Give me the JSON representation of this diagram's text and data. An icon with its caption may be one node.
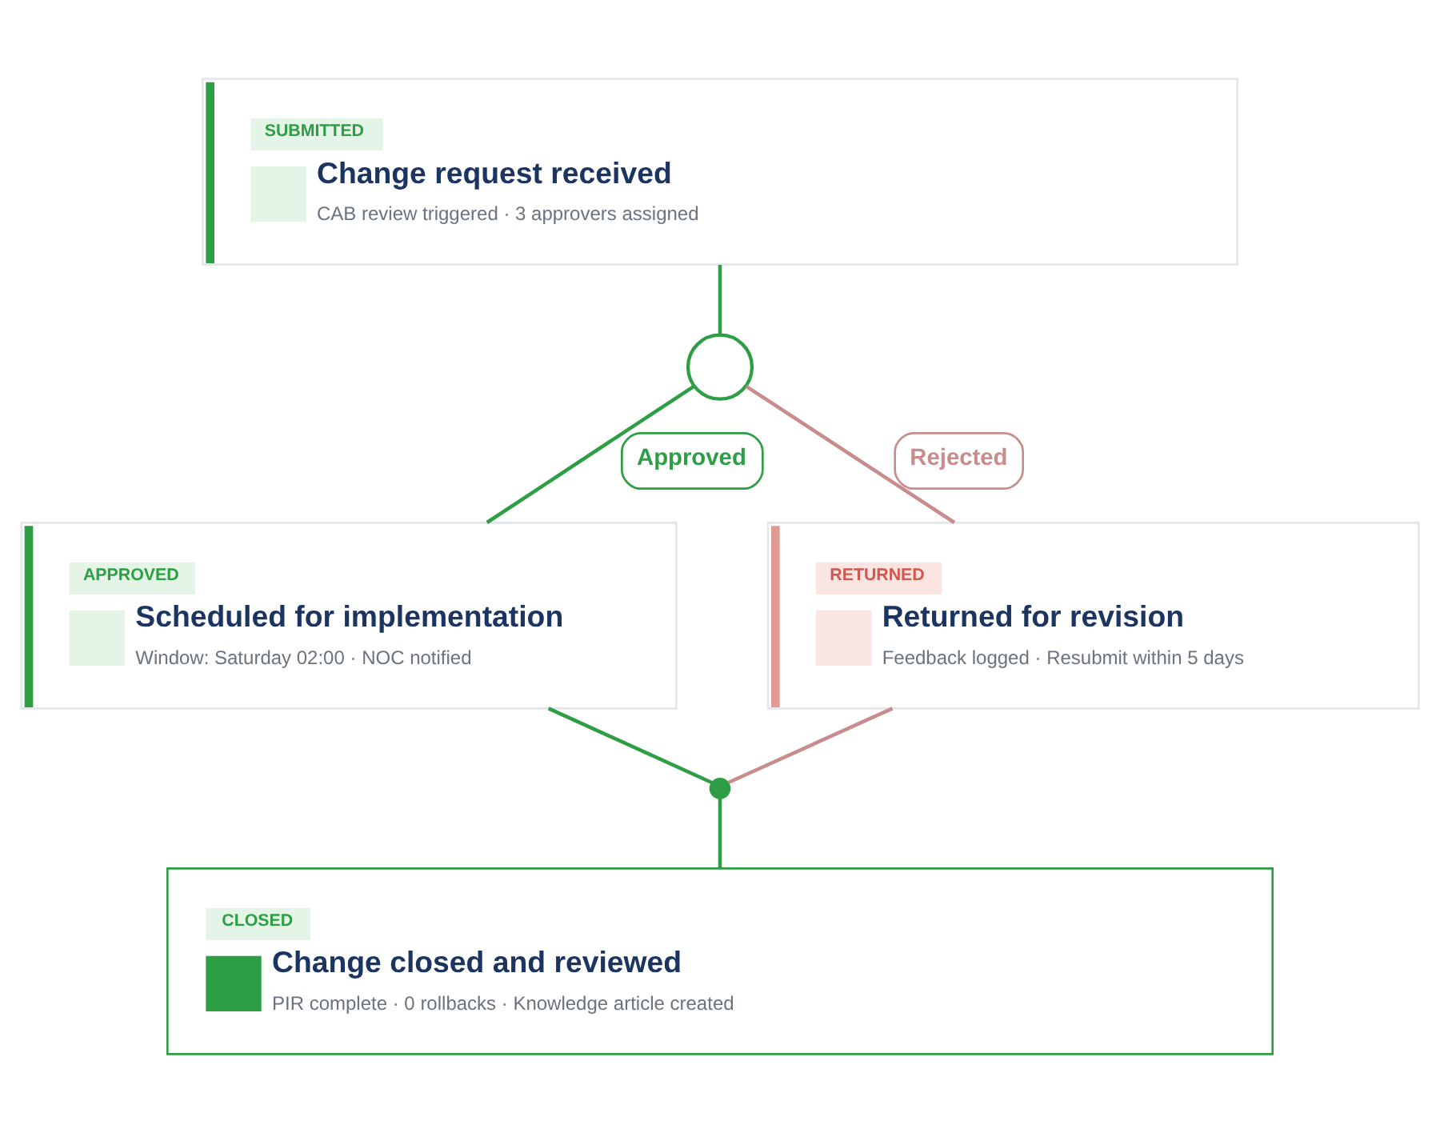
{
  "diagram": {
    "nodes": [
      {
        "text": [
          "SUBMITTED",
          "Change request received",
          "CAB review triggered · 3 approvers assigned"
        ]
      },
      {
        "text": [],
        "shape": "circle"
      },
      {
        "text": [
          "APPROVED",
          "Scheduled for implementation",
          "Window: Saturday 02:00 · NOC notified"
        ]
      },
      {
        "text": [
          "RETURNED",
          "Returned for revision",
          "Feedback logged · Resubmit within 5 days"
        ]
      },
      {
        "text": [],
        "shape": "circle"
      },
      {
        "text": [
          "CLOSED",
          "Change closed and reviewed",
          "PIR complete · 0 rollbacks · Knowledge article created"
        ]
      }
    ],
    "edges": [
      {
        "from": 0,
        "to": 1,
        "arrow": "none"
      },
      {
        "from": 1,
        "to": 2,
        "arrow": "none",
        "label": "Approved"
      },
      {
        "from": 1,
        "to": 3,
        "arrow": "none",
        "label": "Rejected",
        "color": "#c98c8c"
      },
      {
        "from": 2,
        "to": 4,
        "arrow": "none"
      },
      {
        "from": 3,
        "to": 4,
        "arrow": "none",
        "color": "#c98c8c"
      },
      {
        "from": 4,
        "to": 5,
        "arrow": "none"
      }
    ]
  }
}
